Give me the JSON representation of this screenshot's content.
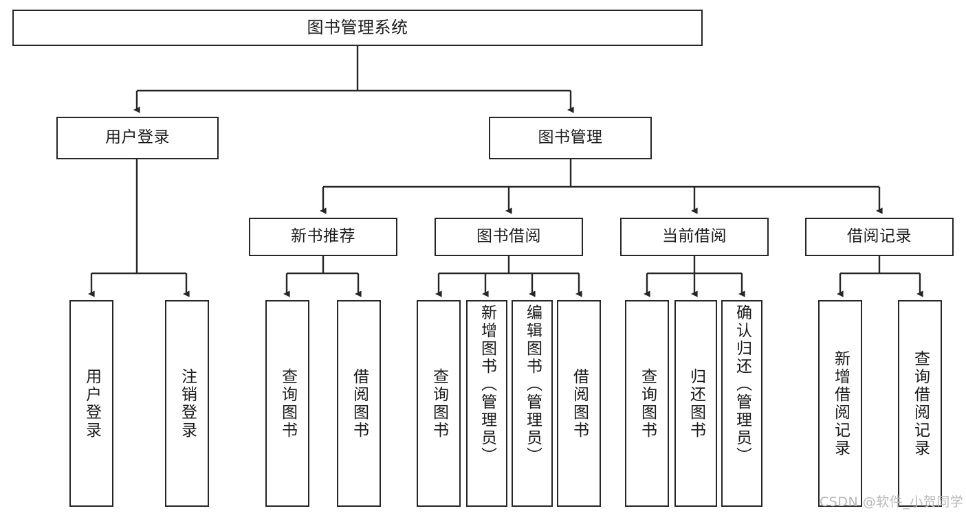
{
  "diagram": {
    "type": "hierarchy-tree",
    "title": "图书管理系统",
    "watermark": "CSDN @软件_小贺同学",
    "colors": {
      "box_border": "#262626",
      "box_fill": "#ffffff",
      "connector": "#262626",
      "text": "#1b1b1b",
      "watermark": "#b9b9b9"
    },
    "nodes": {
      "root": {
        "label": "图书管理系统"
      },
      "level2": [
        {
          "label": "用户登录"
        },
        {
          "label": "图书管理"
        }
      ],
      "level3": [
        {
          "label": "新书推荐"
        },
        {
          "label": "图书借阅"
        },
        {
          "label": "当前借阅"
        },
        {
          "label": "借阅记录"
        }
      ],
      "leaves": [
        {
          "label": "用户登录",
          "parent": "用户登录"
        },
        {
          "label": "注销登录",
          "parent": "用户登录"
        },
        {
          "label": "查询图书",
          "parent": "新书推荐"
        },
        {
          "label": "借阅图书",
          "parent": "新书推荐"
        },
        {
          "label": "查询图书",
          "parent": "图书借阅"
        },
        {
          "label": "新增图书（管理员）",
          "parent": "图书借阅"
        },
        {
          "label": "编辑图书（管理员）",
          "parent": "图书借阅"
        },
        {
          "label": "借阅图书",
          "parent": "图书借阅"
        },
        {
          "label": "查询图书",
          "parent": "当前借阅"
        },
        {
          "label": "归还图书",
          "parent": "当前借阅"
        },
        {
          "label": "确认归还（管理员）",
          "parent": "当前借阅"
        },
        {
          "label": "新增借阅记录",
          "parent": "借阅记录"
        },
        {
          "label": "查询借阅记录",
          "parent": "借阅记录"
        }
      ]
    }
  }
}
